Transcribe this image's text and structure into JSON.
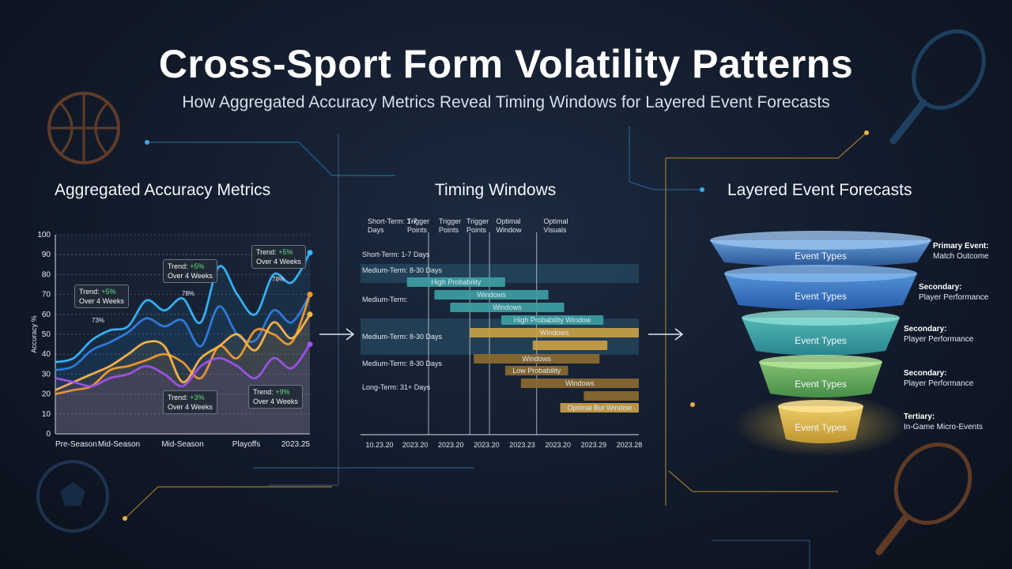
{
  "header": {
    "title": "Cross-Sport Form Volatility Patterns",
    "subtitle": "How Aggregated Accuracy Metrics Reveal Timing Windows for Layered Event Forecasts"
  },
  "sections": {
    "left": "Aggregated Accuracy Metrics",
    "middle": "Timing Windows",
    "right": "Layered Event Forecasts"
  },
  "colors": {
    "accent_gold": "#e8b24a",
    "accent_cyan": "#3fc4ff",
    "background": "#141d2d"
  },
  "chart_data": [
    {
      "type": "line",
      "title": "Aggregated Accuracy Metrics",
      "ylabel": "Accuracy %",
      "xlabel": "",
      "ylim": [
        0,
        100
      ],
      "yticks": [
        0,
        10,
        20,
        30,
        40,
        50,
        60,
        70,
        80,
        90,
        100
      ],
      "grid": true,
      "x_tick_labels": [
        "Pre-Season",
        "Mid-Season",
        "Mid-Season",
        "Playoffs",
        "2023.25"
      ],
      "x": [
        0,
        0.5,
        1,
        1.5,
        2,
        2.5,
        3,
        3.5,
        4,
        4.5,
        5,
        5.5,
        6,
        6.5,
        7
      ],
      "series": [
        {
          "color": "#38b8ff",
          "values": [
            36,
            38,
            47,
            52,
            54,
            67,
            62,
            68,
            56,
            84,
            70,
            60,
            80,
            76,
            91
          ]
        },
        {
          "color": "#2f7fe0",
          "values": [
            32,
            34,
            42,
            46,
            51,
            58,
            54,
            57,
            44,
            64,
            50,
            47,
            62,
            56,
            70
          ]
        },
        {
          "color": "#f39a2c",
          "values": [
            20,
            22,
            24,
            32,
            34,
            37,
            40,
            36,
            28,
            44,
            38,
            52,
            50,
            46,
            70
          ]
        },
        {
          "color": "#ffb94a",
          "values": [
            22,
            26,
            30,
            34,
            40,
            46,
            44,
            26,
            38,
            44,
            50,
            42,
            56,
            48,
            60
          ]
        },
        {
          "color": "#a052f0",
          "values": [
            28,
            26,
            24,
            28,
            30,
            34,
            30,
            24,
            34,
            38,
            34,
            28,
            38,
            33,
            45
          ]
        }
      ],
      "annotations": [
        {
          "line1": "Trend: ",
          "change": "+5%",
          "line2": "Over 4 Weeks",
          "value": "73%"
        },
        {
          "line1": "Trend: ",
          "change": "+5%",
          "line2": "Over 4 Weeks",
          "value": "78%"
        },
        {
          "line1": "Trend: ",
          "change": "+5%",
          "line2": "Over 4 Weeks",
          "value": "78%"
        },
        {
          "line1": "Trend: ",
          "change": "+3%",
          "line2": "Over 4 Weeks",
          "value": ""
        },
        {
          "line1": "Trend: ",
          "change": "+9%",
          "line2": "Over 4 Weeks",
          "value": ""
        }
      ]
    },
    {
      "type": "gantt",
      "title": "Timing Windows",
      "top_labels": [
        "Short-Term: 1-7 Days",
        "Trigger Points",
        "Trigger Points",
        "Trigger Points",
        "Optimal Window",
        "Optimal Visuals"
      ],
      "x_tick_labels": [
        "10.23.20",
        "2023.20",
        "2023.20",
        "2023.20",
        "2023.23",
        "2023.20",
        "2023.29",
        "2023.28"
      ],
      "row_labels": [
        "Short-Term: 1-7 Days",
        "Medium-Term: 8-30 Days",
        "Medium-Term:",
        "Medium-Term: 8-30 Days",
        "Medium-Term: 8-30 Days",
        "Long-Term: 31+ Days"
      ],
      "bars": [
        {
          "label": "High Probability",
          "start": 1.1,
          "end": 3.6,
          "color": "teal"
        },
        {
          "label": "Windows",
          "start": 1.8,
          "end": 4.7,
          "color": "teal"
        },
        {
          "label": "Windows",
          "start": 2.2,
          "end": 5.1,
          "color": "teal"
        },
        {
          "label": "High Probability Window",
          "start": 3.5,
          "end": 6.1,
          "color": "teal"
        },
        {
          "label": "Windows",
          "start": 2.7,
          "end": 7.0,
          "color": "gold"
        },
        {
          "label": "",
          "start": 4.3,
          "end": 6.2,
          "color": "gold"
        },
        {
          "label": "Windows",
          "start": 2.8,
          "end": 6.0,
          "color": "gold-dark"
        },
        {
          "label": "Low Probability",
          "start": 3.6,
          "end": 5.2,
          "color": "gold-dark"
        },
        {
          "label": "Windows",
          "start": 4.0,
          "end": 7.0,
          "color": "gold-dark"
        },
        {
          "label": "",
          "start": 5.6,
          "end": 7.0,
          "color": "gold-dark"
        },
        {
          "label": "Optimal But Window",
          "start": 5.0,
          "end": 7.0,
          "color": "gold"
        }
      ]
    }
  ],
  "funnel": {
    "layers": [
      {
        "label": "Event Types",
        "side_title": "Primary Event:",
        "side_sub": "Match Outcome"
      },
      {
        "label": "Event Types",
        "side_title": "Secondary:",
        "side_sub": "Player Performance"
      },
      {
        "label": "Event Types",
        "side_title": "Secondary:",
        "side_sub": "Player Performance"
      },
      {
        "label": "Event Types",
        "side_title": "Secondary:",
        "side_sub": "Player Performance"
      },
      {
        "label": "Event Types",
        "side_title": "Tertiary:",
        "side_sub": "In-Game Micro-Events"
      }
    ]
  },
  "decor": {
    "icons": [
      "basketball-icon",
      "tennis-racket-icon",
      "soccer-ball-icon",
      "tennis-racket-icon"
    ]
  }
}
